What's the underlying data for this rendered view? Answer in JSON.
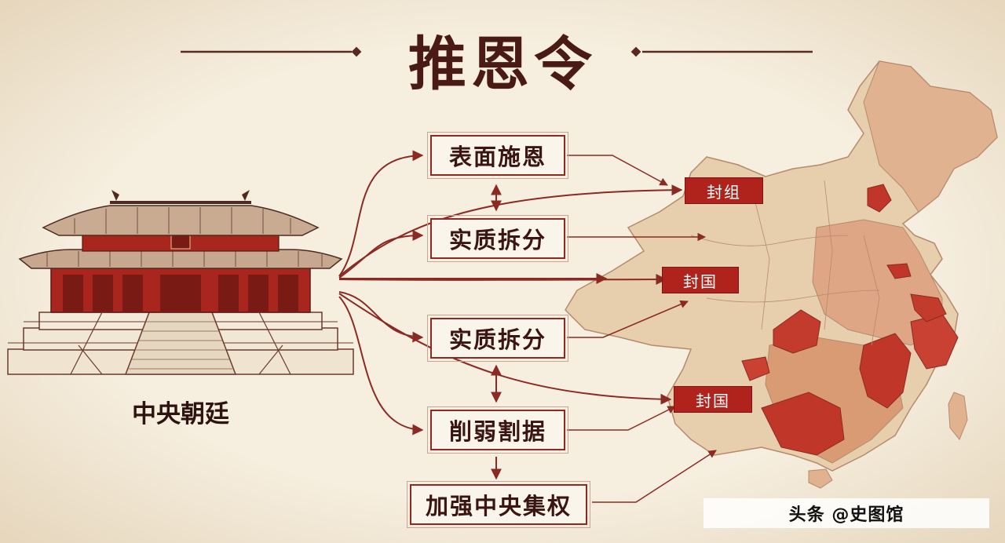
{
  "diagram": {
    "title": "推恩令",
    "court_label": "中央朝廷",
    "palace_sign": "",
    "steps": [
      {
        "id": "s1",
        "label": "表面施恩"
      },
      {
        "id": "s2",
        "label": "实质拆分"
      },
      {
        "id": "s3",
        "label": "实质拆分"
      },
      {
        "id": "s4",
        "label": "削弱割据"
      },
      {
        "id": "s5",
        "label": "加强中央集权"
      }
    ],
    "map_tags": [
      {
        "id": "t1",
        "label": "封组"
      },
      {
        "id": "t2",
        "label": "封国"
      },
      {
        "id": "t3",
        "label": "封国"
      }
    ],
    "watermark": "头条 @史图馆"
  },
  "colors": {
    "accent": "#b0231c",
    "dark_red": "#8b2a22",
    "paper": "#f3ead9",
    "map_base": "#e7cfae",
    "map_mid": "#d99b74",
    "map_hot": "#c0372a"
  }
}
